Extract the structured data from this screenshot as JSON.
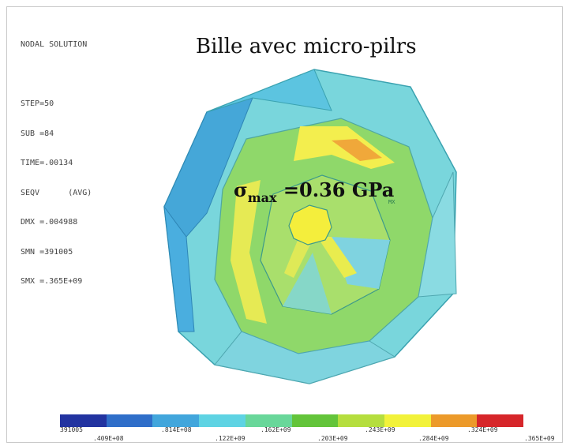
{
  "info": {
    "lines": [
      "NODAL SOLUTION",
      "",
      "STEP=50",
      "SUB =84",
      "TIME=.00134",
      "SEQV      (AVG)",
      "DMX =.004988",
      "SMN =391005",
      "SMX =.365E+09"
    ]
  },
  "title": "Bille avec micro-pilrs",
  "annotation": {
    "symbol": "σ",
    "subscript": "max",
    "text": " =0.36 GPa"
  },
  "legend": {
    "colors": [
      "#2233a0",
      "#2f6ec9",
      "#42a6dc",
      "#5ed3e3",
      "#69d79a",
      "#63c43a",
      "#b5de3e",
      "#f2f23a",
      "#ec9a2a",
      "#d6262a"
    ],
    "labels_top": [
      "391005",
      ".814E+08",
      ".162E+09",
      ".243E+09",
      ".324E+09"
    ],
    "labels_bottom": [
      ".409E+08",
      ".122E+09",
      ".203E+09",
      ".284E+09",
      ".365E+09"
    ]
  }
}
